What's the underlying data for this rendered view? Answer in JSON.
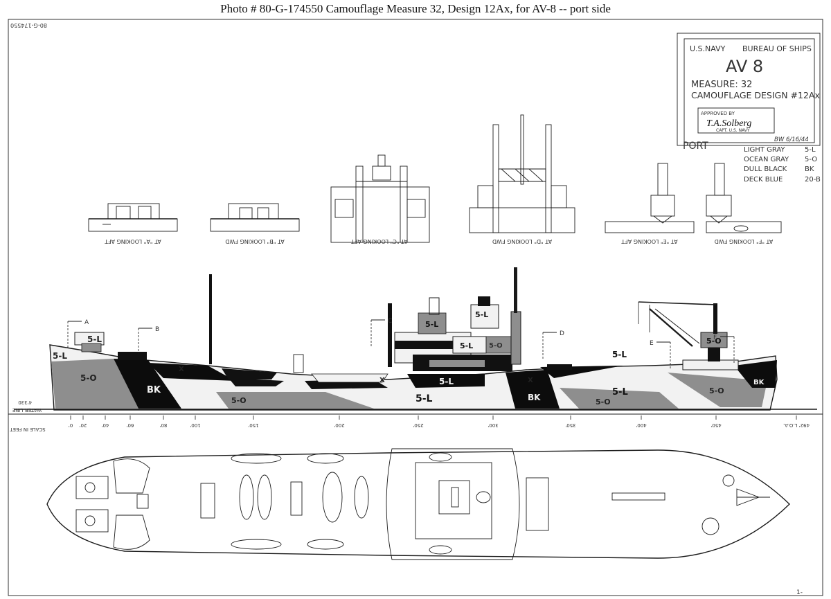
{
  "caption": "Photo # 80-G-174550    Camouflage Measure 32, Design 12Ax, for AV-8 -- port side",
  "title_block": {
    "org_left": "U.S.NAVY",
    "org_right": "BUREAU OF SHIPS",
    "ship": "AV 8",
    "measure": "MEASURE: 32",
    "design": "CAMOUFLAGE DESIGN #12Ax",
    "approved_label": "APPROVED BY",
    "approver_signature": "T.A.Solberg",
    "approver_rank": "CAPT. U.S. NAVY",
    "initials_date": "BW 6/16/44"
  },
  "side_label": "PORT",
  "legend": [
    {
      "name": "LIGHT GRAY",
      "code": "5-L",
      "color": "#f4f4f4"
    },
    {
      "name": "OCEAN GRAY",
      "code": "5-O",
      "color": "#8f8f8f"
    },
    {
      "name": "DULL BLACK",
      "code": "BK",
      "color": "#0c0c0c"
    },
    {
      "name": "DECK BLUE",
      "code": "20-B",
      "color": "#555555"
    }
  ],
  "sections": [
    {
      "id": "A",
      "label": "AT \"A\" LOOKING AFT"
    },
    {
      "id": "B",
      "label": "AT \"B\" LOOKING FWD"
    },
    {
      "id": "C",
      "label": "AT \"C\" LOOKING AFT"
    },
    {
      "id": "D",
      "label": "AT \"D\" LOOKING FWD"
    },
    {
      "id": "E",
      "label": "AT \"E\" LOOKING AFT"
    },
    {
      "id": "F",
      "label": "AT \"F\" LOOKING FWD"
    }
  ],
  "section_markers": [
    "A",
    "B",
    "C",
    "D",
    "E",
    "F"
  ],
  "profile_labels": {
    "light": "5-L",
    "ocean": "5-O",
    "black": "BK",
    "x": "X"
  },
  "waterline": {
    "value": "4'330",
    "label": "WATER LINE"
  },
  "scale": {
    "label": "SCALE IN FEET",
    "ticks": [
      "0'",
      "20'",
      "40'",
      "60'",
      "80'",
      "100'",
      "150'",
      "200'",
      "250'",
      "300'",
      "350'",
      "400'",
      "450'",
      "492' L.O.A."
    ]
  },
  "photo_id_small": "80-G-174550",
  "page_corner": "1-"
}
